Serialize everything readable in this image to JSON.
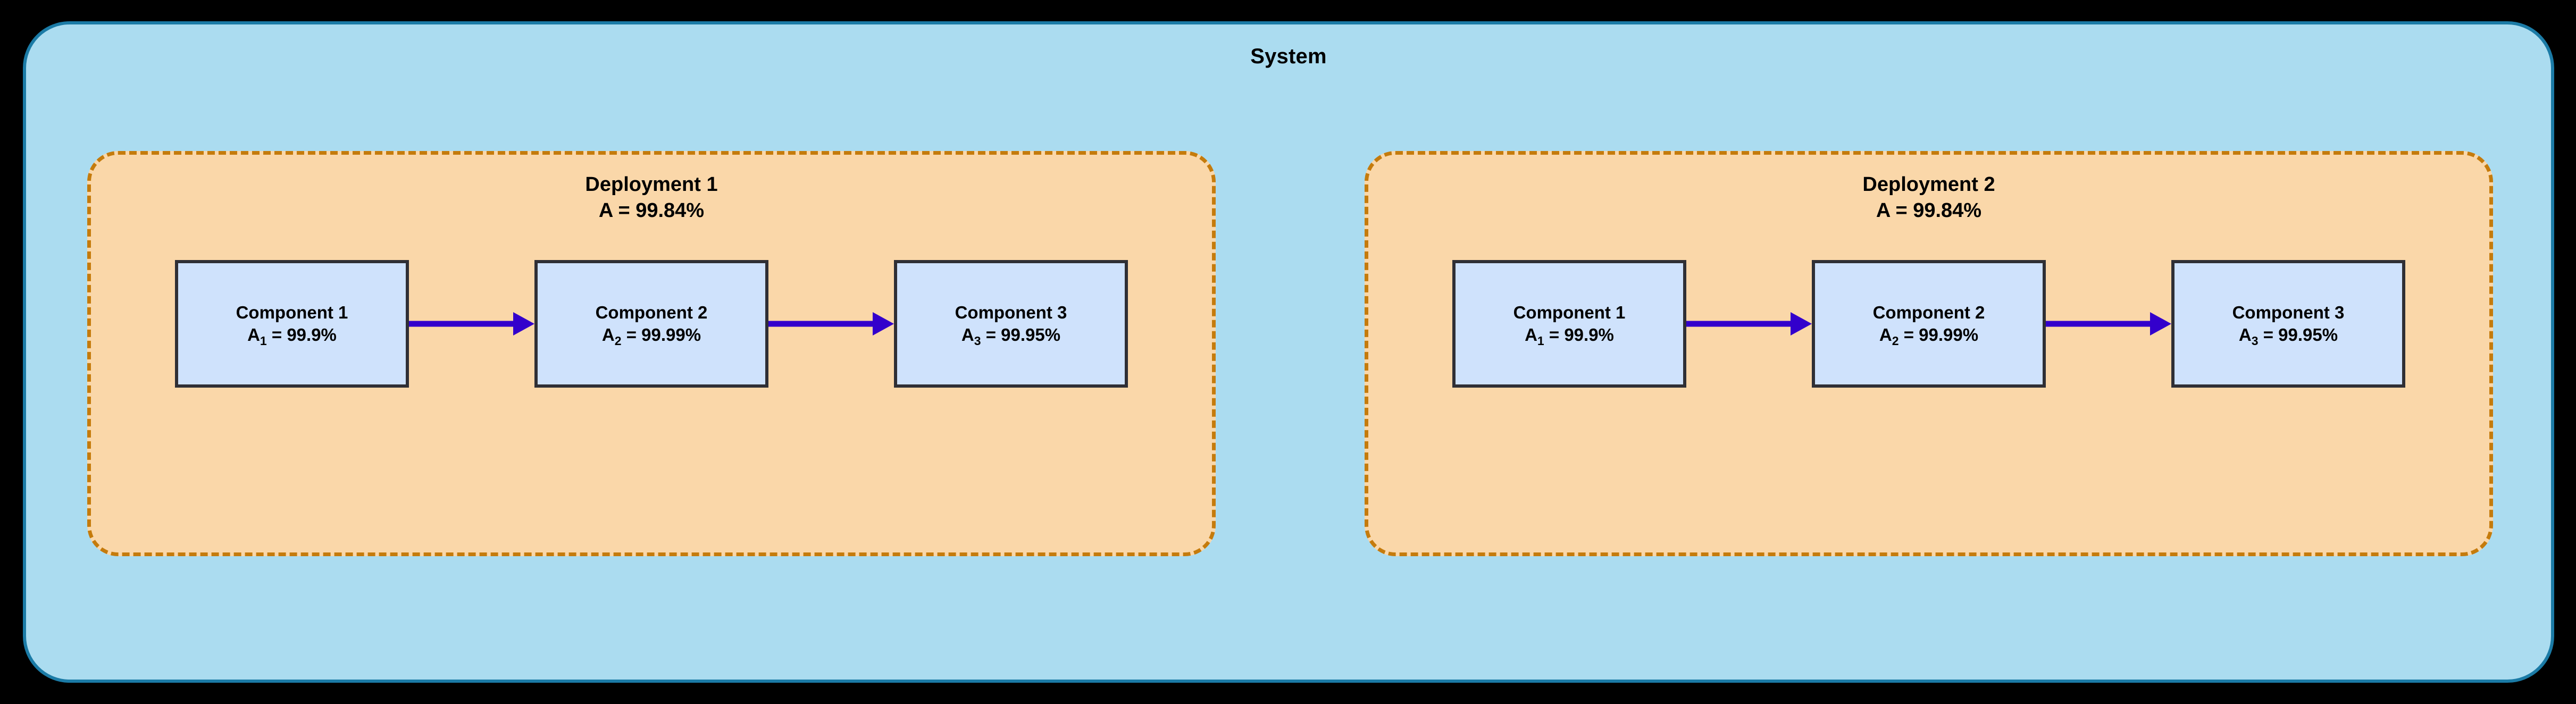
{
  "system": {
    "title": "System",
    "fill_color": "#abdcf0",
    "border_color": "#1b7ba6"
  },
  "colors": {
    "system_fill": "#abdcf0",
    "system_border": "#1b7ba6",
    "deployment_fill": "#fad7a9",
    "deployment_border": "#c57b0c",
    "component_fill": "#cfe2fc",
    "component_border": "#2f2f35",
    "arrow": "#3300cc",
    "background": "#000000",
    "text": "#000000"
  },
  "deployments": [
    {
      "name": "Deployment 1",
      "availability": "A = 99.84%",
      "components": [
        {
          "name": "Component 1",
          "availability_prefix": "A",
          "availability_subscript": "1",
          "availability_value": " = 99.9%"
        },
        {
          "name": "Component 2",
          "availability_prefix": "A",
          "availability_subscript": "2",
          "availability_value": " = 99.99%"
        },
        {
          "name": "Component 3",
          "availability_prefix": "A",
          "availability_subscript": "3",
          "availability_value": " = 99.95%"
        }
      ]
    },
    {
      "name": "Deployment 2",
      "availability": "A = 99.84%",
      "components": [
        {
          "name": "Component 1",
          "availability_prefix": "A",
          "availability_subscript": "1",
          "availability_value": " = 99.9%"
        },
        {
          "name": "Component 2",
          "availability_prefix": "A",
          "availability_subscript": "2",
          "availability_value": " = 99.99%"
        },
        {
          "name": "Component 3",
          "availability_prefix": "A",
          "availability_subscript": "3",
          "availability_value": " = 99.95%"
        }
      ]
    }
  ]
}
